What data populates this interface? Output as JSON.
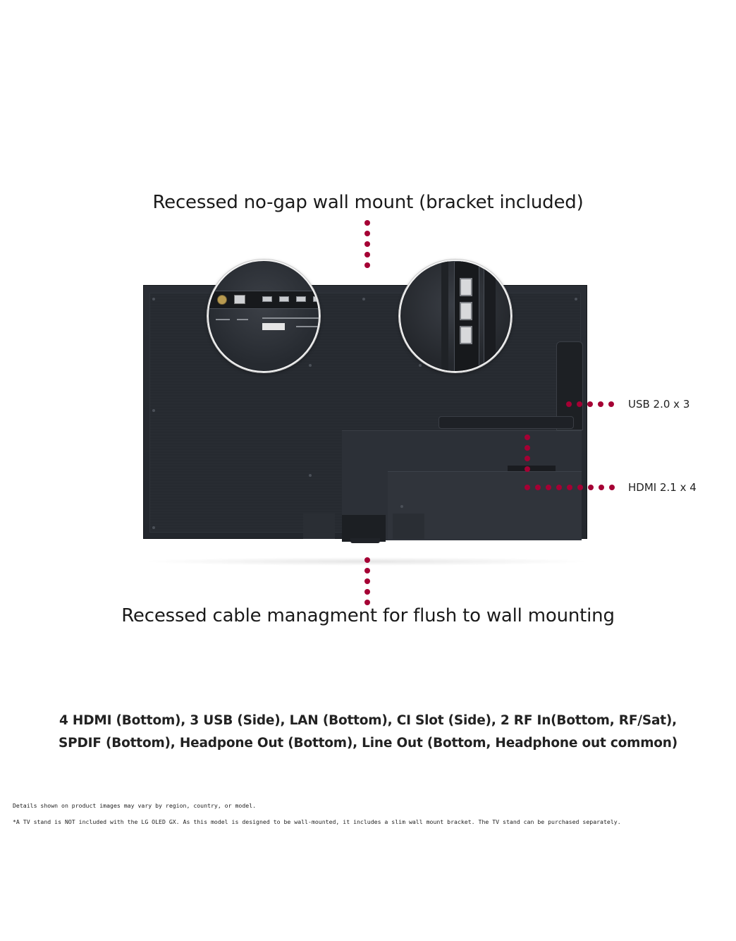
{
  "headings": {
    "top": "Recessed no-gap wall mount (bracket included)",
    "bottom": "Recessed cable managment for flush to wall mounting"
  },
  "callouts": {
    "usb": "USB 2.0 x 3",
    "hdmi": "HDMI 2.1 x 4"
  },
  "summary": {
    "line1": "4 HDMI (Bottom), 3 USB (Side), LAN (Bottom), CI Slot (Side), 2 RF In(Bottom, RF/Sat),",
    "line2": "SPDIF (Bottom), Headpone Out (Bottom), Line Out (Bottom, Headphone out common)"
  },
  "disclaimers": {
    "line1": "Details shown on product images may vary by region, country, or model.",
    "line2": "*A TV stand is NOT included with the LG OLED GX. As this model is designed to be wall-mounted, it includes a slim wall mount bracket. The TV stand can be purchased separately."
  },
  "colors": {
    "accent_dots": "#a50034",
    "tv_body": "#262a30",
    "background": "#ffffff"
  }
}
